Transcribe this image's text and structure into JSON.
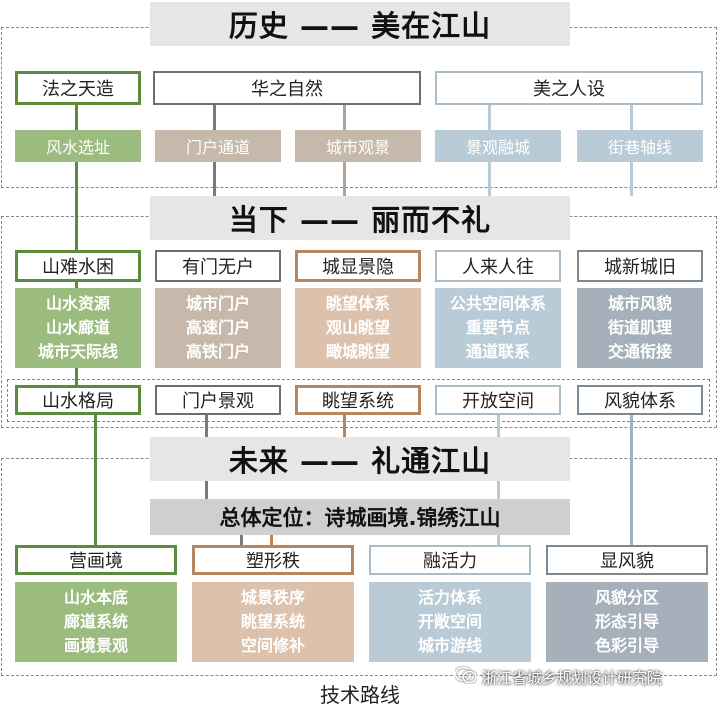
{
  "sections": {
    "history_title": "历史 —— 美在江山",
    "present_title": "当下 —— 丽而不礼",
    "future_title": "未来 —— 礼通江山",
    "positioning": "总体定位：诗城画境.锦绣江山"
  },
  "history": {
    "cat1": "法之天造",
    "cat2": "华之自然",
    "cat3": "美之人设",
    "sub1": "风水选址",
    "sub2": "门户通道",
    "sub3": "城市观景",
    "sub4": "景观融城",
    "sub5": "街巷轴线"
  },
  "present": {
    "problems": [
      "山难水困",
      "有门无户",
      "城显景隐",
      "人来人往",
      "城新城旧"
    ],
    "details": [
      [
        "山水资源",
        "山水廊道",
        "城市天际线"
      ],
      [
        "城市门户",
        "高速门户",
        "高铁门户"
      ],
      [
        "眺望体系",
        "观山眺望",
        "瞰城眺望"
      ],
      [
        "公共空间体系",
        "重要节点",
        "通道联系"
      ],
      [
        "城市风貌",
        "街道肌理",
        "交通衔接"
      ]
    ],
    "systems": [
      "山水格局",
      "门户景观",
      "眺望系统",
      "开放空间",
      "风貌体系"
    ]
  },
  "future": {
    "strategies": [
      "营画境",
      "塑形秩",
      "融活力",
      "显风貌"
    ],
    "details": [
      [
        "山水本底",
        "廊道系统",
        "画境景观"
      ],
      [
        "城景秩序",
        "眺望系统",
        "空间修补"
      ],
      [
        "活力体系",
        "开敞空间",
        "城市游线"
      ],
      [
        "风貌分区",
        "形态引导",
        "色彩引导"
      ]
    ]
  },
  "caption": "技术路线",
  "watermark": "浙江省城乡规划设计研究院",
  "colors": {
    "green": "#5d8b3d",
    "green_fill": "#9bbb7f",
    "tan_border": "#6e6e6e",
    "tan_fill": "#c6b8aa",
    "peach_border": "#b8865e",
    "peach_fill": "#dcc1ac",
    "blue_border": "#a9bcc8",
    "blue_fill": "#b9cbd6",
    "slate_border": "#7c8892",
    "slate_fill": "#a5b0ba"
  }
}
